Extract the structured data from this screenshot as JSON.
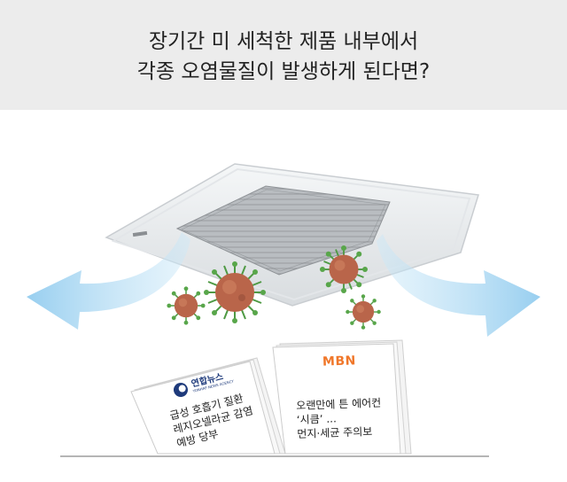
{
  "headline": {
    "line1": "장기간 미 세척한 제품 내부에서",
    "line2": "각종 오염물질이 발생하게 된다면?"
  },
  "papers": [
    {
      "logo": "연합뉴스",
      "logo_sub": "YONHAP NEWS AGENCY",
      "lines": [
        "급성 호흡기 질환",
        "레지오넬라균 감염",
        "예방 당부"
      ]
    },
    {
      "logo": "MBN",
      "lines": [
        "오랜만에 튼 에어컨",
        "‘시큼’ ...",
        "먼지·세균 주의보"
      ]
    }
  ],
  "colors": {
    "header_bg": "#ececec",
    "airflow": "#9fd4f2",
    "virus": "#b9654a",
    "virus_spike": "#4f9a44",
    "mbn": "#f0772a",
    "yonhap": "#1e3a7b"
  },
  "icons": [
    "virus-icon",
    "airflow-arrow-icon",
    "newspaper-icon",
    "air-conditioner-icon"
  ]
}
